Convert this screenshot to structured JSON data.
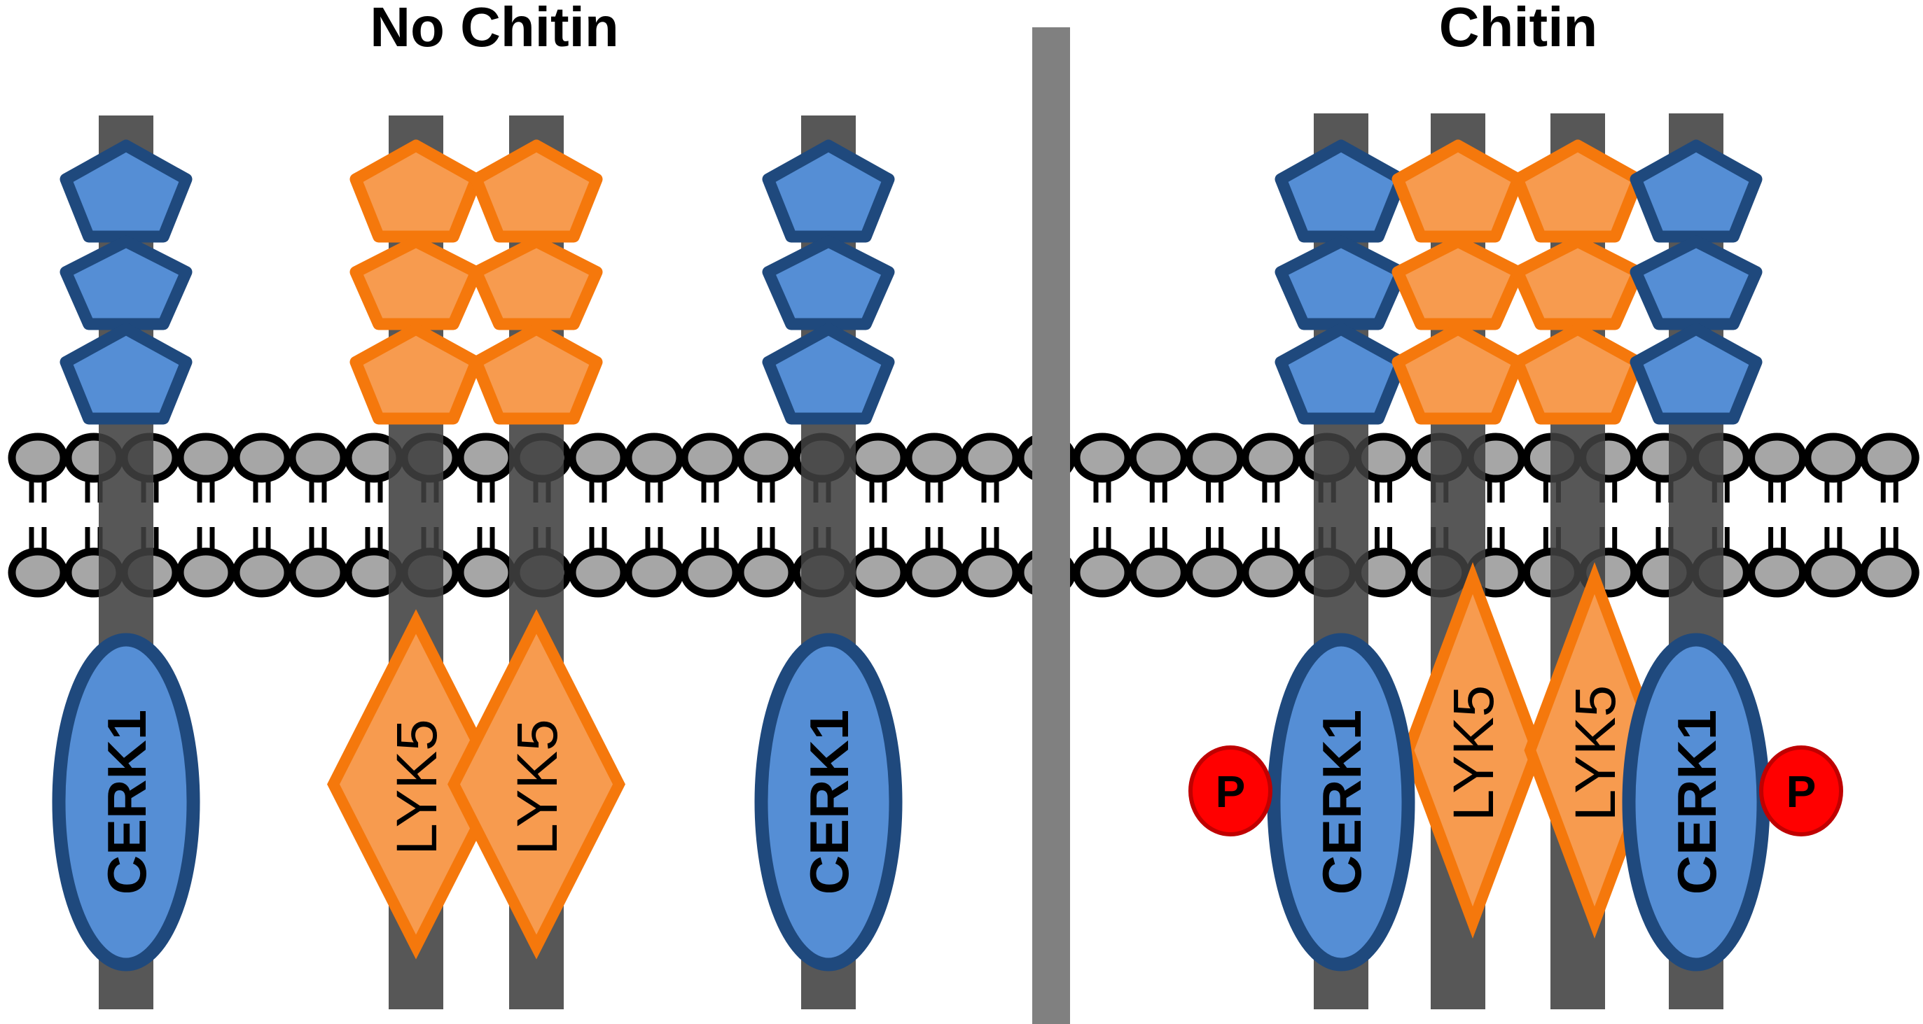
{
  "panels": [
    {
      "title": "No Chitin",
      "receptors": [
        {
          "protein": "CERK1",
          "ectodomain_modules": 3,
          "phosphorylated": false
        },
        {
          "protein": "LYK5",
          "ectodomain_modules": 3,
          "phosphorylated": false
        },
        {
          "protein": "LYK5",
          "ectodomain_modules": 3,
          "phosphorylated": false
        },
        {
          "protein": "CERK1",
          "ectodomain_modules": 3,
          "phosphorylated": false
        }
      ]
    },
    {
      "title": "Chitin",
      "receptors": [
        {
          "protein": "CERK1",
          "ectodomain_modules": 3,
          "phosphorylated": true
        },
        {
          "protein": "LYK5",
          "ectodomain_modules": 3,
          "phosphorylated": false
        },
        {
          "protein": "LYK5",
          "ectodomain_modules": 3,
          "phosphorylated": false
        },
        {
          "protein": "CERK1",
          "ectodomain_modules": 3,
          "phosphorylated": true
        }
      ]
    }
  ],
  "phospho_label": "P",
  "colors": {
    "cerk1_fill": "#558ED5",
    "cerk1_stroke": "#1F497D",
    "lyk5_fill": "#F79B4F",
    "lyk5_stroke": "#F5780C",
    "tm_bar": "#404040",
    "divider": "#808080",
    "lipid_head": "#A6A6A6",
    "lipid_outline": "#000000",
    "phospho_fill": "#FF0000",
    "phospho_stroke": "#C00000"
  }
}
